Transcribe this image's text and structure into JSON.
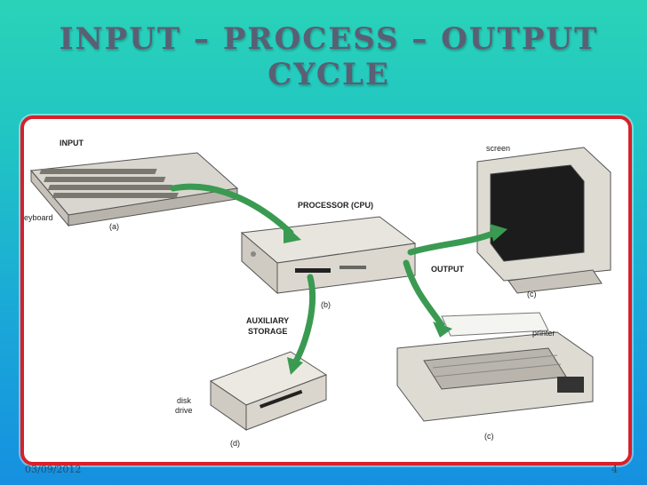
{
  "slide": {
    "title_line1": "INPUT – PROCESS – OUTPUT",
    "title_line2": "CYCLE",
    "date": "03/09/2012",
    "page_number": "4"
  },
  "diagram": {
    "input_label": "INPUT",
    "keyboard_label": "eyboard",
    "label_a": "(a)",
    "processor_label": "PROCESSOR (CPU)",
    "label_b": "(b)",
    "screen_label": "screen",
    "output_label": "OUTPUT",
    "label_c_screen": "(c)",
    "aux_label_1": "AUXILIARY",
    "aux_label_2": "STORAGE",
    "disk_label_1": "disk",
    "disk_label_2": "drive",
    "label_d": "(d)",
    "printer_label": "printer",
    "label_c_printer": "(c)",
    "arrow_color": "#3a9a52",
    "frame_color": "#d8202a"
  }
}
